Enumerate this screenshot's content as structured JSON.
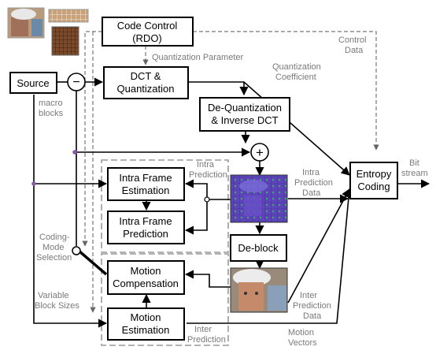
{
  "boxes": {
    "code_control": [
      "Code Control",
      "(RDO)"
    ],
    "source": "Source",
    "dct": [
      "DCT  &",
      "Quantization"
    ],
    "dequant": [
      "De-Quantization",
      "& Inverse DCT"
    ],
    "intra_est": [
      "Intra Frame",
      "Estimation"
    ],
    "intra_pred": [
      "Intra Frame",
      "Prediction"
    ],
    "deblock": "De-block",
    "motion_comp": [
      "Motion",
      "Compensation"
    ],
    "motion_est": [
      "Motion",
      "Estimation"
    ],
    "entropy": [
      "Entropy",
      "Coding"
    ]
  },
  "labels": {
    "quantization_parameter": "Quantization Parameter",
    "control_data": [
      "Control",
      "Data"
    ],
    "quantization_coefficient": [
      "Quantization",
      "Coefficient"
    ],
    "macro_blocks": [
      "macro",
      "blocks"
    ],
    "intra_prediction_top": [
      "Intra",
      "Prediction"
    ],
    "intra_prediction_data": [
      "Intra",
      "Prediction",
      "Data"
    ],
    "bit_stream": [
      "Bit",
      "stream"
    ],
    "coding_mode_selection": [
      "Coding-",
      "Mode",
      "Selection"
    ],
    "variable_block_sizes": [
      "Variable",
      "Block Sizes"
    ],
    "inter_prediction_data": [
      "Inter",
      "Prediction",
      "Data"
    ],
    "inter_prediction_bottom": [
      "Inter",
      "Prediction"
    ],
    "motion_vectors": [
      "Motion",
      "Vectors"
    ]
  },
  "symbols": {
    "subtract": "−",
    "add": "+"
  },
  "colors": {
    "line": "#000000",
    "dashed": "#777777",
    "label_gray": "#7a7a7a",
    "junction": "#8a5aa8"
  }
}
